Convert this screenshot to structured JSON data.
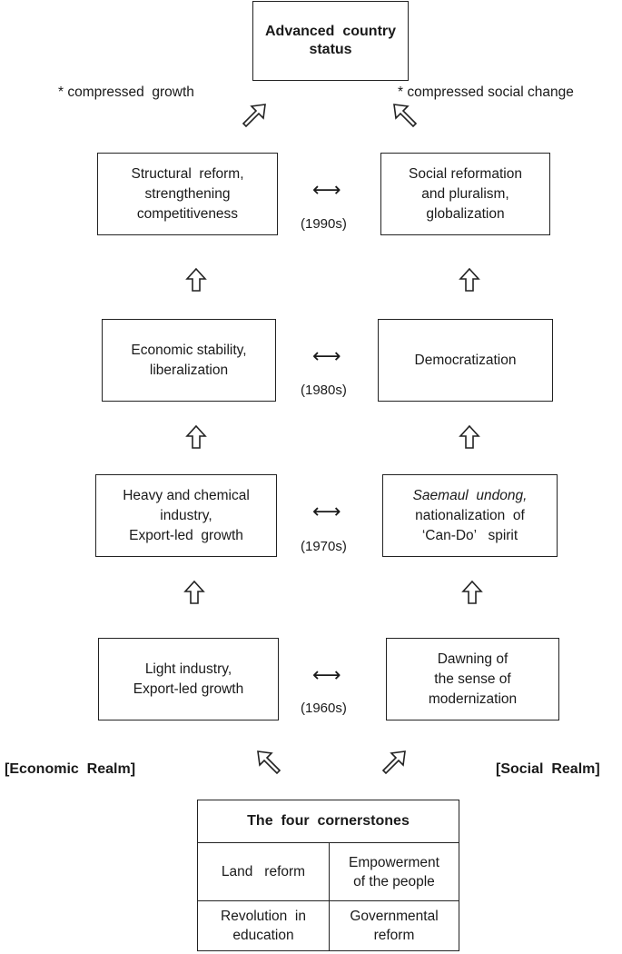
{
  "top": {
    "line1": "Advanced  country",
    "line2": "status"
  },
  "compressed": {
    "left": "* compressed  growth",
    "right": "* compressed social change"
  },
  "economic": [
    {
      "lines": [
        "Structural  reform,",
        "strengthening",
        "competitiveness"
      ]
    },
    {
      "lines": [
        "Economic stability,",
        "liberalization"
      ]
    },
    {
      "lines": [
        "Heavy and chemical",
        "industry,",
        "Export-led  growth"
      ]
    },
    {
      "lines": [
        "Light industry,",
        "Export-led growth"
      ]
    }
  ],
  "social": [
    {
      "lines": [
        "Social reformation",
        "and pluralism,",
        "globalization"
      ]
    },
    {
      "lines": [
        "Democratization"
      ]
    },
    {
      "italic": "Saemaul  undong,",
      "lines": [
        "nationalization  of",
        "‘Can-Do’   spirit"
      ]
    },
    {
      "lines": [
        "Dawning of",
        "the sense of",
        "modernization"
      ]
    }
  ],
  "decades": [
    "(1990s)",
    "(1980s)",
    "(1970s)",
    "(1960s)"
  ],
  "link_symbol": "⟷",
  "realms": {
    "economic": "[Economic  Realm]",
    "social": "[Social  Realm]"
  },
  "cornerstones": {
    "title": "The  four  cornerstones",
    "cells": [
      {
        "lines": [
          "Land   reform"
        ]
      },
      {
        "lines": [
          "Empowerment",
          "of the people"
        ]
      },
      {
        "lines": [
          "Revolution  in",
          "education"
        ]
      },
      {
        "lines": [
          "Governmental",
          "reform"
        ]
      }
    ]
  }
}
